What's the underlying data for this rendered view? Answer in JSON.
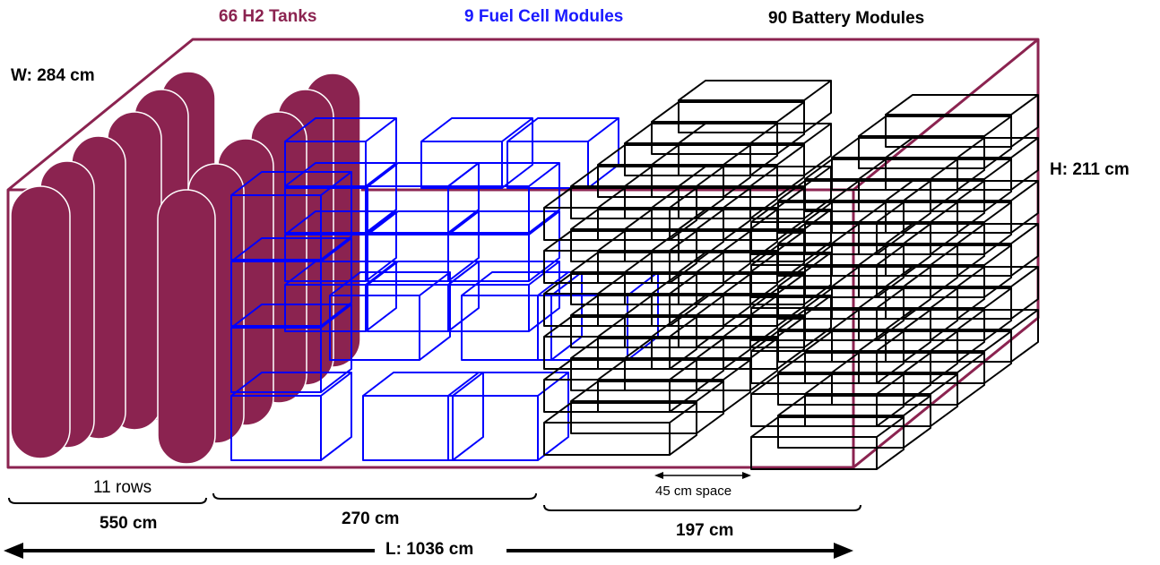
{
  "diagram": {
    "labels": {
      "tanks": "66 H2 Tanks",
      "fuel_cells": "9 Fuel Cell Modules",
      "batteries": "90 Battery Modules",
      "width": "W: 284 cm",
      "height": "H: 211 cm",
      "rows": "11 rows",
      "tank_length": "550 cm",
      "fuel_cell_length": "270 cm",
      "space": "45 cm space",
      "battery_length": "197 cm",
      "total_length": "L: 1036 cm"
    },
    "colors": {
      "tank": "#8b2350",
      "container": "#8b2350",
      "fuel_cell": "#0000ff",
      "battery": "#000000",
      "text_tanks": "#8b2350",
      "text_fuel_cells": "#1a1aff",
      "text_default": "#000000"
    },
    "counts": {
      "h2_tanks": 66,
      "fuel_cell_modules": 9,
      "battery_modules": 90,
      "tank_rows": 11
    }
  }
}
